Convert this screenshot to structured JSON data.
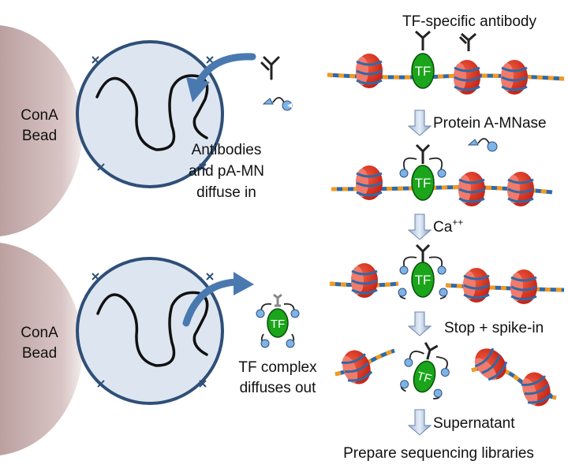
{
  "left_panels": [
    {
      "bead_label_1": "ConA",
      "bead_label_2": "Bead",
      "caption_1": "Antibodies",
      "caption_2": "and pA-MN",
      "caption_3": "diffuse in"
    },
    {
      "bead_label_1": "ConA",
      "bead_label_2": "Bead",
      "caption_1": "TF complex",
      "caption_2": "diffuses out"
    }
  ],
  "tf_label": "TF",
  "workflow": {
    "top_label": "TF-specific antibody",
    "steps": [
      {
        "label": "Protein A-MNase"
      },
      {
        "label": "Ca",
        "sup": "++"
      },
      {
        "label": "Stop + spike-in"
      },
      {
        "label": "Supernatant"
      }
    ],
    "final_label": "Prepare sequencing libraries"
  },
  "colors": {
    "bead": "#c9aeae",
    "nucleus_fill": "#dde6f0",
    "nucleus_stroke": "#2f4f78",
    "dna_blue": "#2e6aa8",
    "dna_orange": "#f39a1e",
    "nucleosome_red": "#d9271c",
    "tf_green": "#1aa51a",
    "arrow_blue": "#4a79b0",
    "pa_mn_blue": "#7fb2e5"
  }
}
